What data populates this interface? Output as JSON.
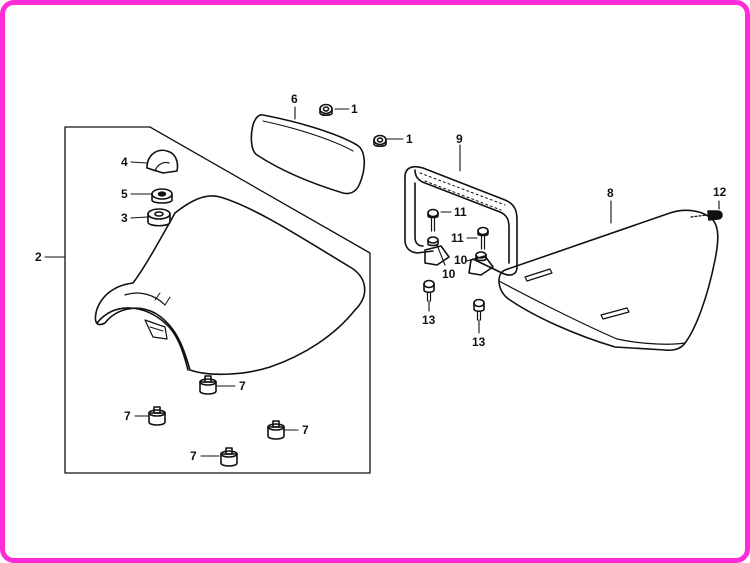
{
  "colors": {
    "frame": "#ff2bd6",
    "ink": "#111111",
    "paper": "#ffffff"
  },
  "callouts": {
    "p1a": "1",
    "p1b": "1",
    "p2": "2",
    "p3": "3",
    "p4": "4",
    "p5": "5",
    "p6": "6",
    "p7a": "7",
    "p7b": "7",
    "p7c": "7",
    "p7d": "7",
    "p8": "8",
    "p9": "9",
    "p10a": "10",
    "p10b": "10",
    "p11a": "11",
    "p11b": "11",
    "p12": "12",
    "p13a": "13",
    "p13b": "13"
  }
}
